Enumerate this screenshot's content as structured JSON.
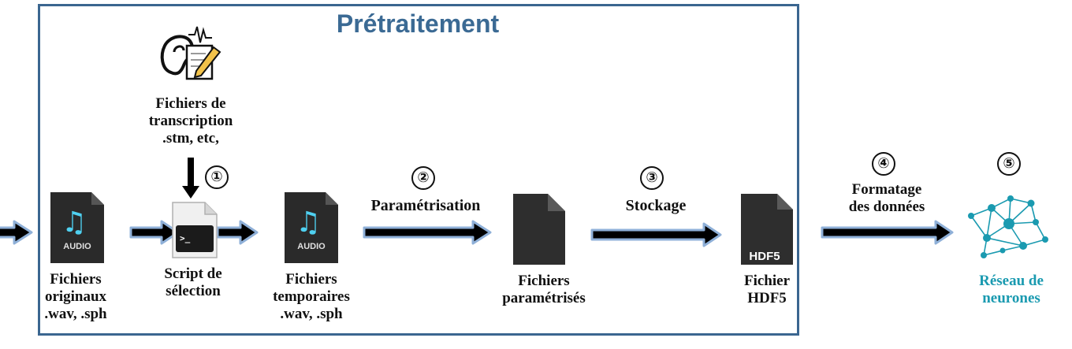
{
  "title": "Prétraitement",
  "nodes": {
    "original": {
      "label": "Fichiers\noriginaux\n.wav, .sph",
      "icon": "audio-file-icon",
      "icon_text": "AUDIO"
    },
    "transcription": {
      "label": "Fichiers de\ntranscription\n.stm, etc,",
      "icon": "ear-transcription-icon"
    },
    "script": {
      "label": "Script de\nsélection",
      "icon": "terminal-script-icon"
    },
    "temporary": {
      "label": "Fichiers\ntemporaires\n.wav, .sph",
      "icon": "audio-file-icon",
      "icon_text": "AUDIO"
    },
    "parametrized": {
      "label": "Fichiers\nparamétrisés",
      "icon": "document-icon"
    },
    "hdf5": {
      "label": "Fichier\nHDF5",
      "icon": "hdf5-file-icon",
      "icon_text": "HDF5"
    },
    "network": {
      "label": "Réseau de\nneurones",
      "icon": "neural-network-icon"
    }
  },
  "steps": [
    {
      "number": "①",
      "label": ""
    },
    {
      "number": "②",
      "label": "Paramétrisation"
    },
    {
      "number": "③",
      "label": "Stockage"
    },
    {
      "number": "④",
      "label": "Formatage\ndes données"
    },
    {
      "number": "⑤",
      "label": ""
    }
  ],
  "colors": {
    "frame": "#3b6690",
    "title": "#3b6a94",
    "arrow_fill": "#000000",
    "arrow_outline": "#8fb0d8",
    "network": "#1a9ab0",
    "file_dark": "#2a2a2a"
  }
}
